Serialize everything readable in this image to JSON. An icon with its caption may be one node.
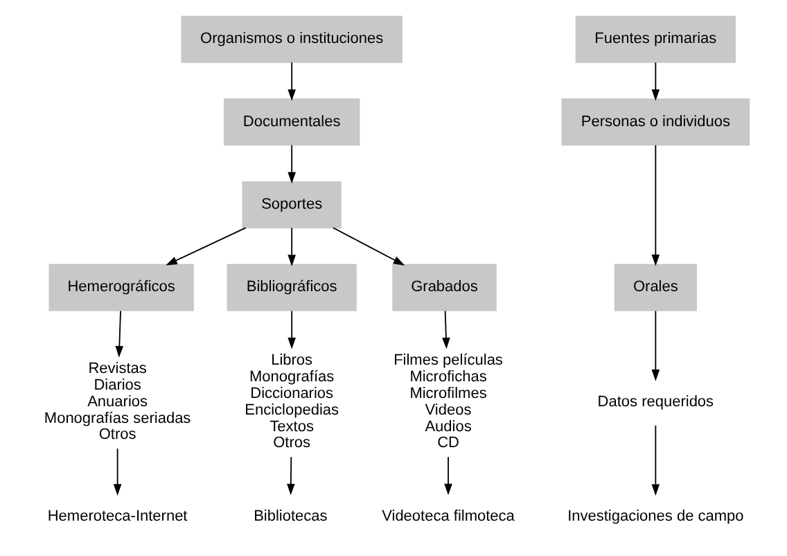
{
  "diagram": {
    "nodes": [
      {
        "text": [
          "Organismos o instituciones"
        ]
      },
      {
        "text": [
          "Documentales"
        ]
      },
      {
        "text": [
          "Soportes"
        ]
      },
      {
        "text": [
          "Hemerográficos"
        ]
      },
      {
        "text": [
          "Bibliográficos"
        ]
      },
      {
        "text": [
          "Grabados"
        ]
      },
      {
        "text": [
          "Revistas",
          "Diarios",
          "Anuarios",
          "Monografías seriadas",
          "Otros"
        ]
      },
      {
        "text": [
          "Hemeroteca-Internet"
        ]
      },
      {
        "text": [
          "Libros",
          "Monografías",
          "Diccionarios",
          "Enciclopedias",
          "Textos",
          "Otros"
        ]
      },
      {
        "text": [
          "Bibliotecas"
        ]
      },
      {
        "text": [
          "Filmes películas",
          "Microfichas",
          "Microfilmes",
          "Videos",
          "Audios",
          "CD"
        ]
      },
      {
        "text": [
          "Videoteca filmoteca"
        ]
      },
      {
        "text": [
          "Fuentes primarias"
        ]
      },
      {
        "text": [
          "Personas o individuos"
        ]
      },
      {
        "text": [
          "Orales"
        ]
      },
      {
        "text": [
          "Datos requeridos"
        ]
      },
      {
        "text": [
          "Investigaciones de campo"
        ]
      }
    ],
    "edges": [
      {
        "from": 0,
        "to": 1,
        "arrow": "to"
      },
      {
        "from": 1,
        "to": 2,
        "arrow": "to"
      },
      {
        "from": 2,
        "to": 3,
        "arrow": "to"
      },
      {
        "from": 2,
        "to": 4,
        "arrow": "to"
      },
      {
        "from": 2,
        "to": 5,
        "arrow": "to"
      },
      {
        "from": 3,
        "to": 6,
        "arrow": "to"
      },
      {
        "from": 6,
        "to": 7,
        "arrow": "to"
      },
      {
        "from": 4,
        "to": 8,
        "arrow": "to"
      },
      {
        "from": 8,
        "to": 9,
        "arrow": "to"
      },
      {
        "from": 5,
        "to": 10,
        "arrow": "to"
      },
      {
        "from": 10,
        "to": 11,
        "arrow": "to"
      },
      {
        "from": 12,
        "to": 13,
        "arrow": "to"
      },
      {
        "from": 13,
        "to": 14,
        "arrow": "to"
      },
      {
        "from": 14,
        "to": 15,
        "arrow": "to"
      },
      {
        "from": 15,
        "to": 16,
        "arrow": "to"
      }
    ]
  }
}
